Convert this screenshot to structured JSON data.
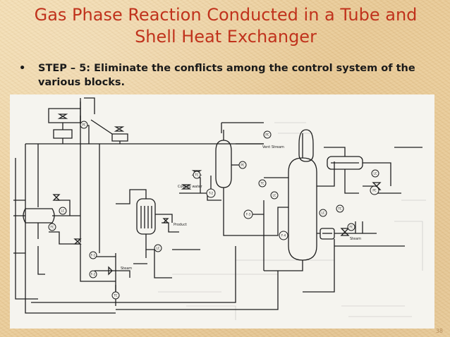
{
  "slide": {
    "title": "Gas Phase Reaction Conducted in a Tube and Shell Heat Exchanger",
    "bullet_marker": "•",
    "bullet_text": "STEP – 5: Eliminate the conflicts among the control system of the various blocks.",
    "page_number": "38"
  },
  "diagram": {
    "labels": {
      "vent_stream": "Vent Stream",
      "cooling_water": "Cooling water",
      "product": "Product",
      "steam_left": "Steam",
      "steam_right": "Steam"
    },
    "controllers": {
      "pc_top": "PC",
      "pc_mid": "PC",
      "lc_left": "LC",
      "fc_left": "FC",
      "fc_1": "F-1",
      "fc_2": "F-2",
      "tc_left": "TC",
      "lc_mid": "LC",
      "tc_mid": "TC",
      "tc_2": "T-2",
      "pc_tower": "PC",
      "tc_tower": "TC",
      "lc_tower": "LC",
      "fc_3": "F-3",
      "fc_4": "F-4",
      "pc_right": "PC",
      "lc_right": "LC",
      "fc_right": "FC",
      "tc_right": "TC",
      "lc_bottom": "LC"
    }
  },
  "colors": {
    "title": "#c0321c",
    "text": "#1a1a1a",
    "line": "#1e1e1e",
    "background": "#efd6a8"
  }
}
